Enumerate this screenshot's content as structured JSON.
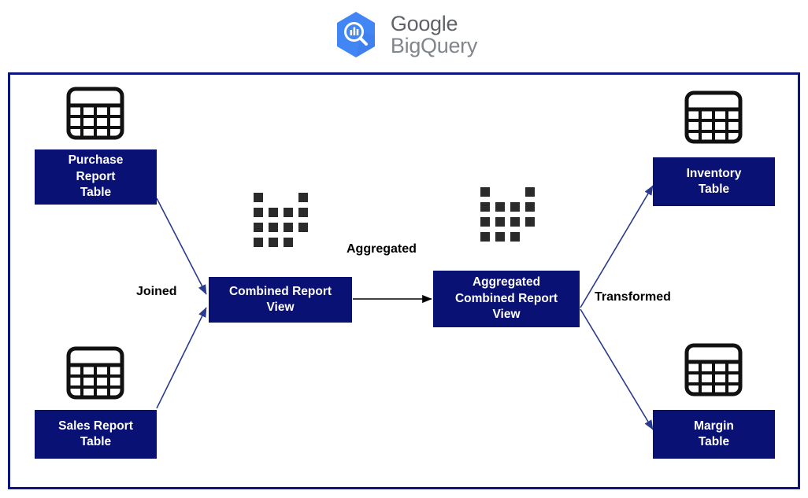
{
  "logo": {
    "icon": "bigquery-hexagon-magnifier-icon",
    "line1": "Google",
    "line2": "BigQuery"
  },
  "diagram": {
    "title": "Google BigQuery data flow",
    "frame_border_color": "#0c1480",
    "node_fill_color": "#0a1174",
    "node_text_color": "#ffffff",
    "connector_color_navy": "#2a3a8f",
    "connector_color_black": "#000000",
    "nodes": [
      {
        "id": "purchase-report-table",
        "label": "Purchase\nReport\nTable",
        "icon": "table-icon"
      },
      {
        "id": "sales-report-table",
        "label": "Sales Report\nTable",
        "icon": "table-icon"
      },
      {
        "id": "combined-report-view",
        "label": "Combined Report\nView",
        "icon": "dot-matrix-icon"
      },
      {
        "id": "aggregated-combined-report-view",
        "label": "Aggregated\nCombined Report\nView",
        "icon": "dot-matrix-icon"
      },
      {
        "id": "inventory-table",
        "label": "Inventory\nTable",
        "icon": "table-icon"
      },
      {
        "id": "margin-table",
        "label": "Margin\nTable",
        "icon": "table-icon"
      }
    ],
    "edges": [
      {
        "id": "joined",
        "label": "Joined",
        "from": [
          "purchase-report-table",
          "sales-report-table"
        ],
        "to": [
          "combined-report-view"
        ]
      },
      {
        "id": "aggregated",
        "label": "Aggregated",
        "from": [
          "combined-report-view"
        ],
        "to": [
          "aggregated-combined-report-view"
        ]
      },
      {
        "id": "transformed",
        "label": "Transformed",
        "from": [
          "aggregated-combined-report-view"
        ],
        "to": [
          "inventory-table",
          "margin-table"
        ]
      }
    ]
  }
}
